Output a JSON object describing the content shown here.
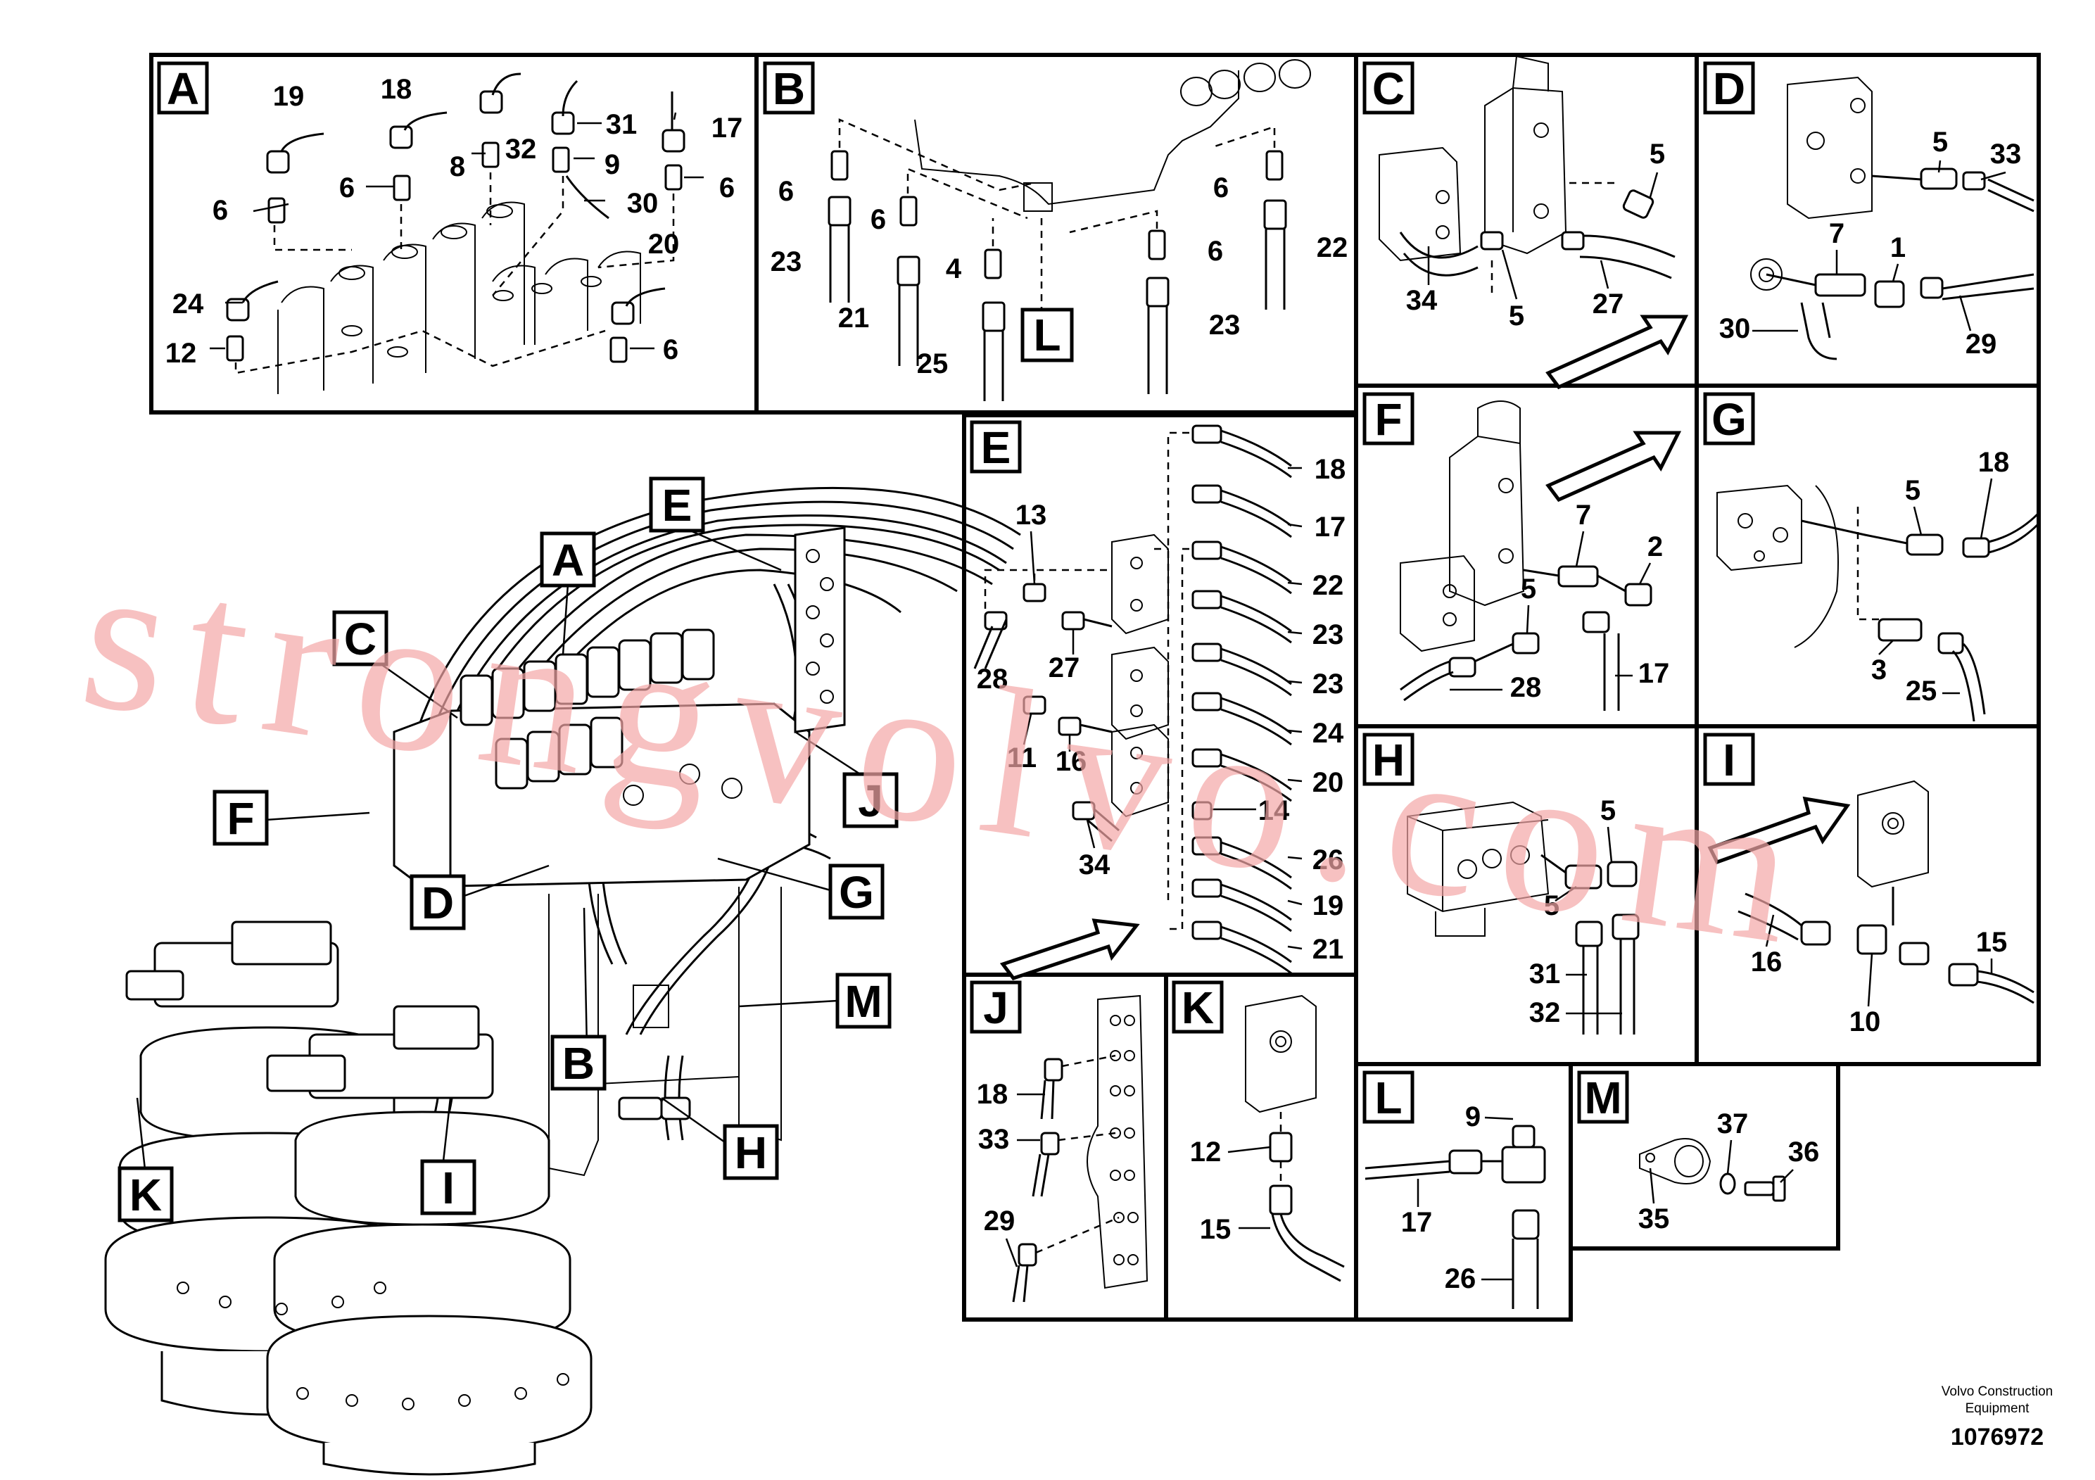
{
  "watermark": "strongvolvo.com",
  "footer": {
    "brand_line1": "Volvo Construction",
    "brand_line2": "Equipment",
    "doc_number": "1076972"
  },
  "overview": {
    "callouts": [
      "A",
      "B",
      "C",
      "D",
      "E",
      "F",
      "G",
      "H",
      "I",
      "J",
      "K",
      "M"
    ]
  },
  "panels": {
    "A": {
      "letter": "A",
      "labels": [
        "19",
        "18",
        "32",
        "31",
        "17",
        "6",
        "8",
        "9",
        "6",
        "6",
        "30",
        "20",
        "24",
        "12",
        "6"
      ]
    },
    "B": {
      "letter": "B",
      "labels": [
        "6",
        "6",
        "4",
        "6",
        "6",
        "22",
        "23",
        "21",
        "25",
        "23"
      ],
      "detail_ref": "L"
    },
    "C": {
      "letter": "C",
      "labels": [
        "5",
        "34",
        "5",
        "27"
      ]
    },
    "D": {
      "letter": "D",
      "labels": [
        "5",
        "33",
        "7",
        "1",
        "30",
        "29"
      ]
    },
    "E": {
      "letter": "E",
      "labels": [
        "18",
        "17",
        "22",
        "23",
        "23",
        "24",
        "20",
        "14",
        "26",
        "19",
        "21",
        "13",
        "28",
        "27",
        "11",
        "16",
        "34"
      ]
    },
    "F": {
      "letter": "F",
      "labels": [
        "7",
        "2",
        "5",
        "28",
        "17"
      ]
    },
    "G": {
      "letter": "G",
      "labels": [
        "18",
        "5",
        "3",
        "25"
      ]
    },
    "H": {
      "letter": "H",
      "labels": [
        "5",
        "5",
        "31",
        "32"
      ]
    },
    "I": {
      "letter": "I",
      "labels": [
        "16",
        "15",
        "10"
      ]
    },
    "J": {
      "letter": "J",
      "labels": [
        "18",
        "33",
        "29"
      ]
    },
    "K": {
      "letter": "K",
      "labels": [
        "12",
        "15"
      ]
    },
    "L": {
      "letter": "L",
      "labels": [
        "9",
        "17",
        "26"
      ]
    },
    "M": {
      "letter": "M",
      "labels": [
        "37",
        "36",
        "35"
      ]
    }
  }
}
